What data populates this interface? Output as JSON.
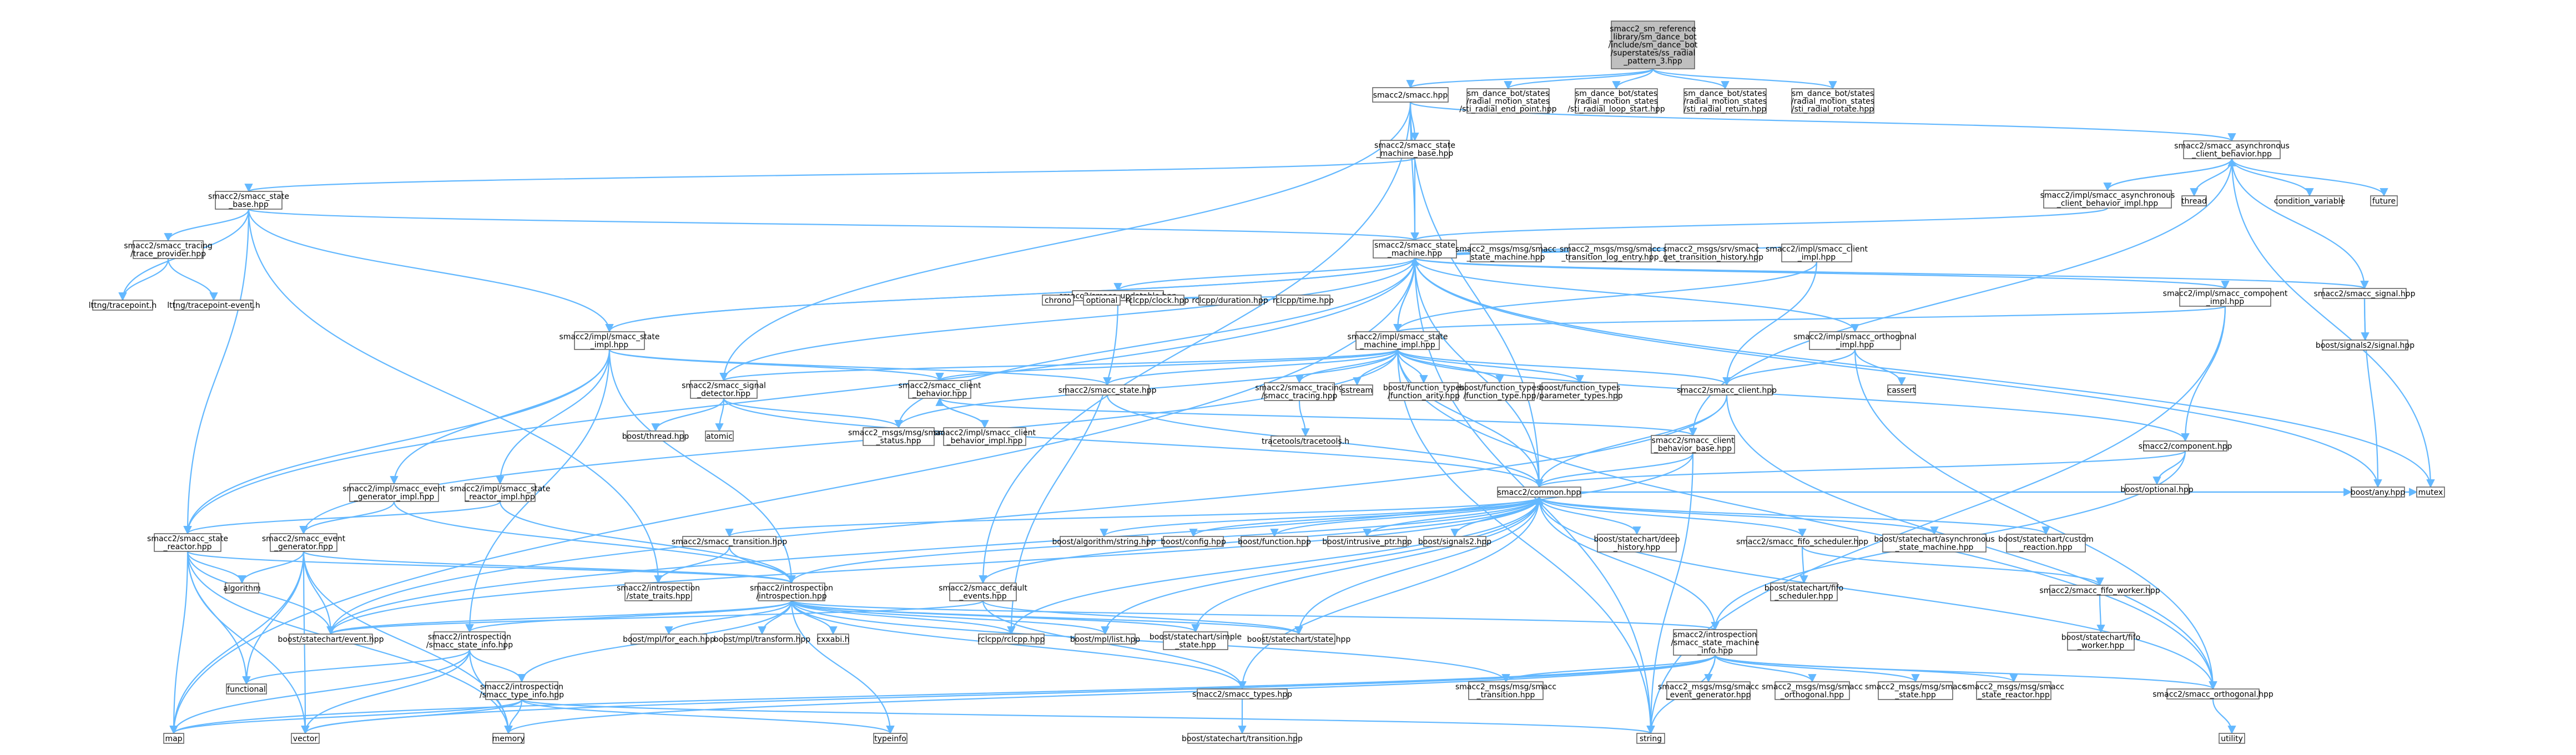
{
  "title": "",
  "colors": {
    "edge": "#63b8ff",
    "root_fill": "#bfbfbf",
    "node_fill": "#ffffff",
    "node_border": "#666666",
    "text": "#000000"
  },
  "nodes": [
    {
      "id": "root",
      "lines": [
        "smacc2_sm_reference",
        "_library/sm_dance_bot",
        "/include/sm_dance_bot",
        "/superstates/ss_radial",
        "_pattern_3.hpp"
      ],
      "root": true
    },
    {
      "id": "smacc_hpp",
      "lines": [
        "smacc2/smacc.hpp"
      ]
    },
    {
      "id": "st_radial_end",
      "lines": [
        "sm_dance_bot/states",
        "/radial_motion_states",
        "/sti_radial_end_point.hpp"
      ]
    },
    {
      "id": "st_radial_loop",
      "lines": [
        "sm_dance_bot/states",
        "/radial_motion_states",
        "/sti_radial_loop_start.hpp"
      ]
    },
    {
      "id": "st_radial_return",
      "lines": [
        "sm_dance_bot/states",
        "/radial_motion_states",
        "/sti_radial_return.hpp"
      ]
    },
    {
      "id": "st_radial_rotate",
      "lines": [
        "sm_dance_bot/states",
        "/radial_motion_states",
        "/sti_radial_rotate.hpp"
      ]
    },
    {
      "id": "async_cb",
      "lines": [
        "smacc2/smacc_asynchronous",
        "_client_behavior.hpp"
      ]
    },
    {
      "id": "sm_base",
      "lines": [
        "smacc2/smacc_state",
        "_machine_base.hpp"
      ]
    },
    {
      "id": "async_cb_impl",
      "lines": [
        "smacc2/impl/smacc_asynchronous",
        "_client_behavior_impl.hpp"
      ]
    },
    {
      "id": "thread",
      "lines": [
        "thread"
      ]
    },
    {
      "id": "condvar",
      "lines": [
        "condition_variable"
      ]
    },
    {
      "id": "future",
      "lines": [
        "future"
      ]
    },
    {
      "id": "state_base",
      "lines": [
        "smacc2/smacc_state",
        "_base.hpp"
      ]
    },
    {
      "id": "state_machine",
      "lines": [
        "smacc2/smacc_state",
        "_machine.hpp"
      ]
    },
    {
      "id": "tracing_tp",
      "lines": [
        "smacc2/smacc_tracing",
        "/trace_provider.hpp"
      ]
    },
    {
      "id": "lttng_tp",
      "lines": [
        "lttng/tracepoint.h"
      ]
    },
    {
      "id": "lttng_tpe",
      "lines": [
        "lttng/tracepoint-event.h"
      ]
    },
    {
      "id": "msg_sm",
      "lines": [
        "smacc2_msgs/msg/smacc",
        "_state_machine.hpp"
      ]
    },
    {
      "id": "msg_tle",
      "lines": [
        "smacc2_msgs/msg/smacc",
        "_transition_log_entry.hpp"
      ]
    },
    {
      "id": "srv_gth",
      "lines": [
        "smacc2_msgs/srv/smacc",
        "_get_transition_history.hpp"
      ]
    },
    {
      "id": "client_impl",
      "lines": [
        "smacc2/impl/smacc_client",
        "_impl.hpp"
      ]
    },
    {
      "id": "component_impl",
      "lines": [
        "smacc2/impl/smacc_component",
        "_impl.hpp"
      ]
    },
    {
      "id": "signal_hpp",
      "lines": [
        "smacc2/smacc_signal.hpp"
      ]
    },
    {
      "id": "boost_signals2_signal",
      "lines": [
        "boost/signals2/signal.hpp"
      ]
    },
    {
      "id": "updatable",
      "lines": [
        "smacc2/smacc_updatable.hpp"
      ]
    },
    {
      "id": "chrono",
      "lines": [
        "chrono"
      ]
    },
    {
      "id": "optional",
      "lines": [
        "optional"
      ]
    },
    {
      "id": "rclcpp_clock",
      "lines": [
        "rclcpp/clock.hpp"
      ]
    },
    {
      "id": "rclcpp_duration",
      "lines": [
        "rclcpp/duration.hpp"
      ]
    },
    {
      "id": "rclcpp_time",
      "lines": [
        "rclcpp/time.hpp"
      ]
    },
    {
      "id": "state_impl",
      "lines": [
        "smacc2/impl/smacc_state",
        "_impl.hpp"
      ]
    },
    {
      "id": "sm_impl",
      "lines": [
        "smacc2/impl/smacc_state",
        "_machine_impl.hpp"
      ]
    },
    {
      "id": "orthogonal_impl",
      "lines": [
        "smacc2/impl/smacc_orthogonal",
        "_impl.hpp"
      ]
    },
    {
      "id": "signal_detector",
      "lines": [
        "smacc2/smacc_signal",
        "_detector.hpp"
      ]
    },
    {
      "id": "client_behavior",
      "lines": [
        "smacc2/smacc_client",
        "_behavior.hpp"
      ]
    },
    {
      "id": "state_hpp",
      "lines": [
        "smacc2/smacc_state.hpp"
      ]
    },
    {
      "id": "tracing_hpp",
      "lines": [
        "smacc2/smacc_tracing",
        "/smacc_tracing.hpp"
      ]
    },
    {
      "id": "sstream",
      "lines": [
        "sstream"
      ]
    },
    {
      "id": "bf_arity",
      "lines": [
        "boost/function_types",
        "/function_arity.hpp"
      ]
    },
    {
      "id": "bf_type",
      "lines": [
        "boost/function_types",
        "/function_type.hpp"
      ]
    },
    {
      "id": "bf_param",
      "lines": [
        "boost/function_types",
        "/parameter_types.hpp"
      ]
    },
    {
      "id": "client_hpp",
      "lines": [
        "smacc2/smacc_client.hpp"
      ]
    },
    {
      "id": "cassert",
      "lines": [
        "cassert"
      ]
    },
    {
      "id": "component_hpp",
      "lines": [
        "smacc2/component.hpp"
      ]
    },
    {
      "id": "boost_any",
      "lines": [
        "boost/any.hpp"
      ]
    },
    {
      "id": "mutex",
      "lines": [
        "mutex"
      ]
    },
    {
      "id": "boost_thread",
      "lines": [
        "boost/thread.hpp"
      ]
    },
    {
      "id": "atomic",
      "lines": [
        "atomic"
      ]
    },
    {
      "id": "msg_status",
      "lines": [
        "smacc2_msgs/msg/smacc",
        "_status.hpp"
      ]
    },
    {
      "id": "cb_impl",
      "lines": [
        "smacc2/impl/smacc_client",
        "_behavior_impl.hpp"
      ]
    },
    {
      "id": "tracetools",
      "lines": [
        "tracetools/tracetools.h"
      ]
    },
    {
      "id": "cb_base",
      "lines": [
        "smacc2/smacc_client",
        "_behavior_base.hpp"
      ]
    },
    {
      "id": "boost_optional",
      "lines": [
        "boost/optional.hpp"
      ]
    },
    {
      "id": "common",
      "lines": [
        "smacc2/common.hpp"
      ]
    },
    {
      "id": "event_gen_impl",
      "lines": [
        "smacc2/impl/smacc_event",
        "_generator_impl.hpp"
      ]
    },
    {
      "id": "reactor_impl",
      "lines": [
        "smacc2/impl/smacc_state",
        "_reactor_impl.hpp"
      ]
    },
    {
      "id": "state_reactor",
      "lines": [
        "smacc2/smacc_state",
        "_reactor.hpp"
      ]
    },
    {
      "id": "event_gen",
      "lines": [
        "smacc2/smacc_event",
        "_generator.hpp"
      ]
    },
    {
      "id": "algorithm",
      "lines": [
        "algorithm"
      ]
    },
    {
      "id": "transition",
      "lines": [
        "smacc2/smacc_transition.hpp"
      ]
    },
    {
      "id": "boost_algo_string",
      "lines": [
        "boost/algorithm/string.hpp"
      ]
    },
    {
      "id": "boost_config",
      "lines": [
        "boost/config.hpp"
      ]
    },
    {
      "id": "boost_function",
      "lines": [
        "boost/function.hpp"
      ]
    },
    {
      "id": "boost_intrusive",
      "lines": [
        "boost/intrusive_ptr.hpp"
      ]
    },
    {
      "id": "boost_signals2",
      "lines": [
        "boost/signals2.hpp"
      ]
    },
    {
      "id": "sc_deep_history",
      "lines": [
        "boost/statechart/deep",
        "_history.hpp"
      ]
    },
    {
      "id": "fifo_scheduler",
      "lines": [
        "smacc2/smacc_fifo_scheduler.hpp"
      ]
    },
    {
      "id": "sc_async_sm",
      "lines": [
        "boost/statechart/asynchronous",
        "_state_machine.hpp"
      ]
    },
    {
      "id": "sc_custom_reaction",
      "lines": [
        "boost/statechart/custom",
        "_reaction.hpp"
      ]
    },
    {
      "id": "intro_state_traits",
      "lines": [
        "smacc2/introspection",
        "/state_traits.hpp"
      ]
    },
    {
      "id": "introspection",
      "lines": [
        "smacc2/introspection",
        "/introspection.hpp"
      ]
    },
    {
      "id": "default_events",
      "lines": [
        "smacc2/smacc_default",
        "_events.hpp"
      ]
    },
    {
      "id": "sc_fifo_scheduler",
      "lines": [
        "boost/statechart/fifo",
        "_scheduler.hpp"
      ]
    },
    {
      "id": "fifo_worker",
      "lines": [
        "smacc2/smacc_fifo_worker.hpp"
      ]
    },
    {
      "id": "sc_fifo_worker",
      "lines": [
        "boost/statechart/fifo",
        "_worker.hpp"
      ]
    },
    {
      "id": "sc_event",
      "lines": [
        "boost/statechart/event.hpp"
      ]
    },
    {
      "id": "intro_state_info",
      "lines": [
        "smacc2/introspection",
        "/smacc_state_info.hpp"
      ]
    },
    {
      "id": "mpl_for_each",
      "lines": [
        "boost/mpl/for_each.hpp"
      ]
    },
    {
      "id": "mpl_transform",
      "lines": [
        "boost/mpl/transform.hpp"
      ]
    },
    {
      "id": "cxxabi",
      "lines": [
        "cxxabi.h"
      ]
    },
    {
      "id": "rclcpp",
      "lines": [
        "rclcpp/rclcpp.hpp"
      ]
    },
    {
      "id": "mpl_list",
      "lines": [
        "boost/mpl/list.hpp"
      ]
    },
    {
      "id": "sc_simple_state",
      "lines": [
        "boost/statechart/simple",
        "_state.hpp"
      ]
    },
    {
      "id": "sc_state",
      "lines": [
        "boost/statechart/state.hpp"
      ]
    },
    {
      "id": "intro_sm_info",
      "lines": [
        "smacc2/introspection",
        "/smacc_state_machine",
        "_info.hpp"
      ]
    },
    {
      "id": "functional",
      "lines": [
        "functional"
      ]
    },
    {
      "id": "intro_type_info",
      "lines": [
        "smacc2/introspection",
        "/smacc_type_info.hpp"
      ]
    },
    {
      "id": "types_hpp",
      "lines": [
        "smacc2/smacc_types.hpp"
      ]
    },
    {
      "id": "msg_transition",
      "lines": [
        "smacc2_msgs/msg/smacc",
        "_transition.hpp"
      ]
    },
    {
      "id": "msg_event_gen",
      "lines": [
        "smacc2_msgs/msg/smacc",
        "_event_generator.hpp"
      ]
    },
    {
      "id": "msg_orthogonal",
      "lines": [
        "smacc2_msgs/msg/smacc",
        "_orthogonal.hpp"
      ]
    },
    {
      "id": "msg_state",
      "lines": [
        "smacc2_msgs/msg/smacc",
        "_state.hpp"
      ]
    },
    {
      "id": "msg_state_reactor",
      "lines": [
        "smacc2_msgs/msg/smacc",
        "_state_reactor.hpp"
      ]
    },
    {
      "id": "orthogonal_hpp",
      "lines": [
        "smacc2/smacc_orthogonal.hpp"
      ]
    },
    {
      "id": "map",
      "lines": [
        "map"
      ]
    },
    {
      "id": "vector",
      "lines": [
        "vector"
      ]
    },
    {
      "id": "memory",
      "lines": [
        "memory"
      ]
    },
    {
      "id": "typeinfo",
      "lines": [
        "typeinfo"
      ]
    },
    {
      "id": "sc_transition",
      "lines": [
        "boost/statechart/transition.hpp"
      ]
    },
    {
      "id": "string",
      "lines": [
        "string"
      ]
    },
    {
      "id": "utility",
      "lines": [
        "utility"
      ]
    }
  ]
}
